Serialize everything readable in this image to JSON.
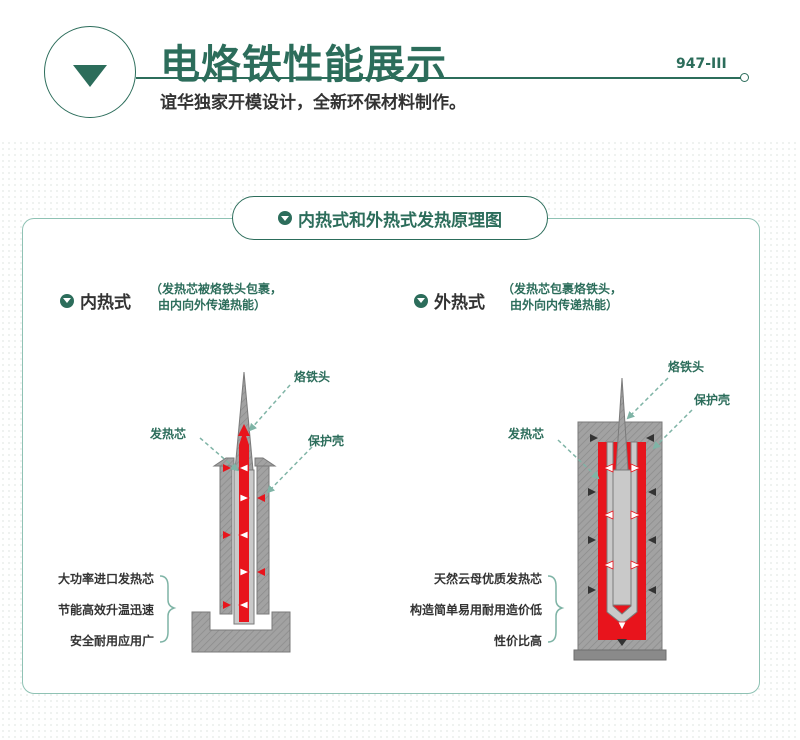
{
  "header": {
    "title": "电烙铁性能展示",
    "model": "947-III",
    "subtitle": "谊华独家开模设计，全新环保材料制作。"
  },
  "panel": {
    "title": "内热式和外热式发热原理图",
    "internal": {
      "heading": "内热式",
      "desc_line1": "（发热芯被烙铁头包裹，",
      "desc_line2": "由内向外传递热能）",
      "label_tip": "烙铁头",
      "label_core": "发热芯",
      "label_shell": "保护壳",
      "features": [
        "大功率进口发热芯",
        "节能高效升温迅速",
        "安全耐用应用广"
      ]
    },
    "external": {
      "heading": "外热式",
      "desc_line1": "（发热芯包裹烙铁头，",
      "desc_line2": "由外向内传递热能）",
      "label_tip": "烙铁头",
      "label_core": "发热芯",
      "label_shell": "保护壳",
      "features": [
        "天然云母优质发热芯",
        "构造简单易用耐用造价低",
        "性价比高"
      ]
    }
  },
  "colors": {
    "brand_green": "#2c6d5b",
    "light_green": "#8fc2b4",
    "heat_red": "#e8141c",
    "shell_gray": "#9a9a9a"
  }
}
